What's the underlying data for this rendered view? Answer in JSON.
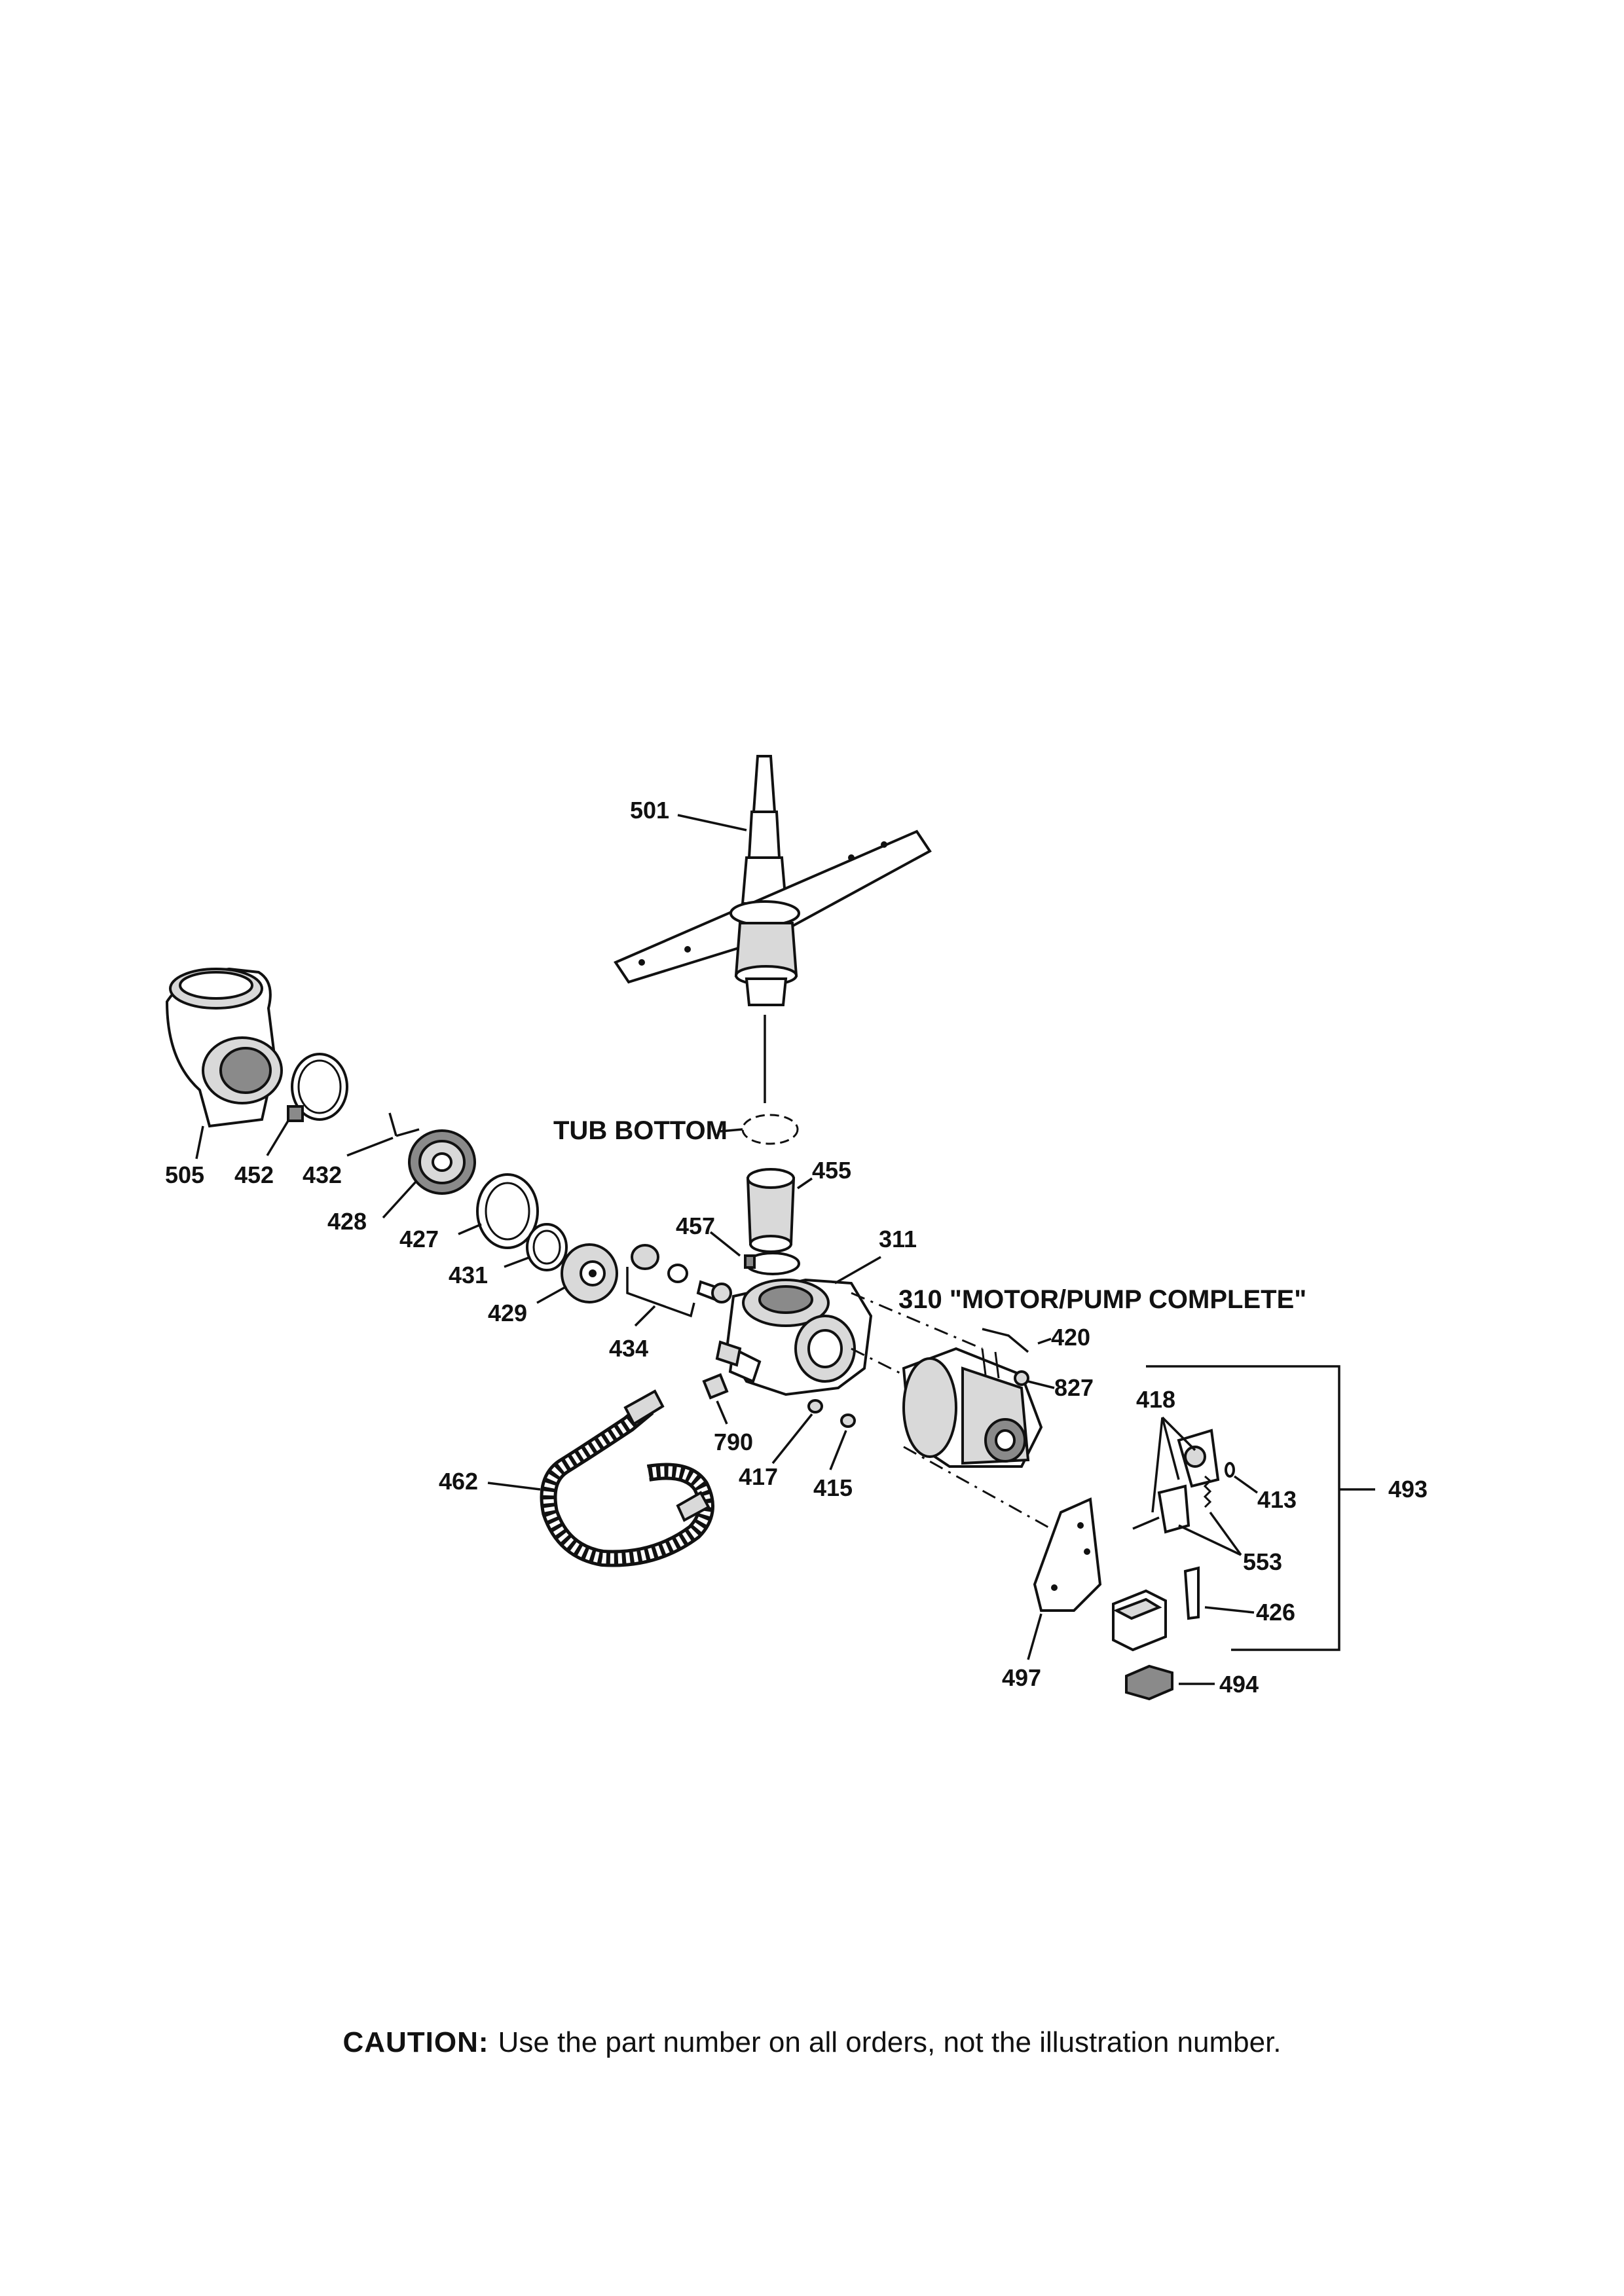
{
  "diagram": {
    "callouts": {
      "c501": "501",
      "c505": "505",
      "c452": "452",
      "c432": "432",
      "c428": "428",
      "c427": "427",
      "c431": "431",
      "c429": "429",
      "c434": "434",
      "c455": "455",
      "c457": "457",
      "c311": "311",
      "c420": "420",
      "c827": "827",
      "c418": "418",
      "c413": "413",
      "c493": "493",
      "c553": "553",
      "c426": "426",
      "c494": "494",
      "c497": "497",
      "c790": "790",
      "c417": "417",
      "c415": "415",
      "c462": "462"
    },
    "tub_bottom": "TUB BOTTOM",
    "motor_pump": "310 \"MOTOR/PUMP COMPLETE\""
  },
  "footer": {
    "caution_label": "CAUTION:",
    "caution_text": "Use the part number on all orders, not the illustration number."
  }
}
